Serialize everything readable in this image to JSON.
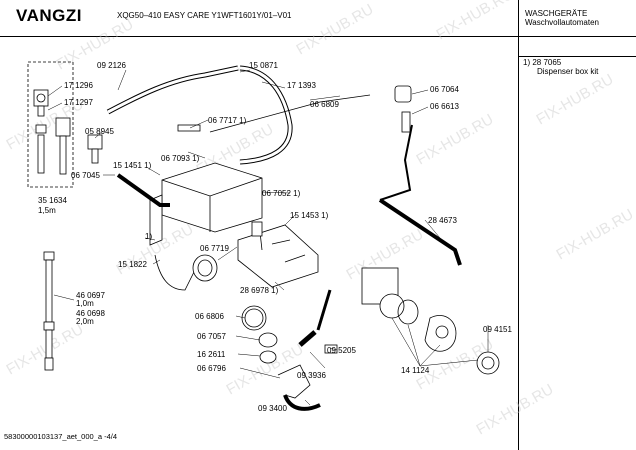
{
  "header": {
    "brand": "VANGZI",
    "model": "XQG50–410 EASY CARE Y1WFT1601Y/01–V01",
    "category_line1": "WASCHGERÄTE",
    "category_line2": "Waschvollautomaten"
  },
  "notes": {
    "line1": "1)  28 7065",
    "line2": "Dispenser box kit"
  },
  "watermark": "FIX-HUB.RU",
  "footer": "58300000103137_aet_000_a   -4/4",
  "parts": [
    "09 2126",
    "15 0871",
    "17 1296",
    "17 1297",
    "17 1393",
    "06 6809",
    "06 7064",
    "06 6613",
    "05 8945",
    "06 7717 1)",
    "06 7093 1)",
    "15 1451 1)",
    "06 7045",
    "35 1634",
    "1,5m",
    "06 7052 1)",
    "15 1453 1)",
    "28 4673",
    "1)",
    "06 7719",
    "15 1822",
    "28 6978 1)",
    "46 0697",
    "1,0m",
    "46 0698",
    "2,0m",
    "06 6806",
    "06 7057",
    "16 2611",
    "06 6796",
    "09 5205",
    "09 3936",
    "09 3400",
    "09 4151",
    "14 1124"
  ]
}
